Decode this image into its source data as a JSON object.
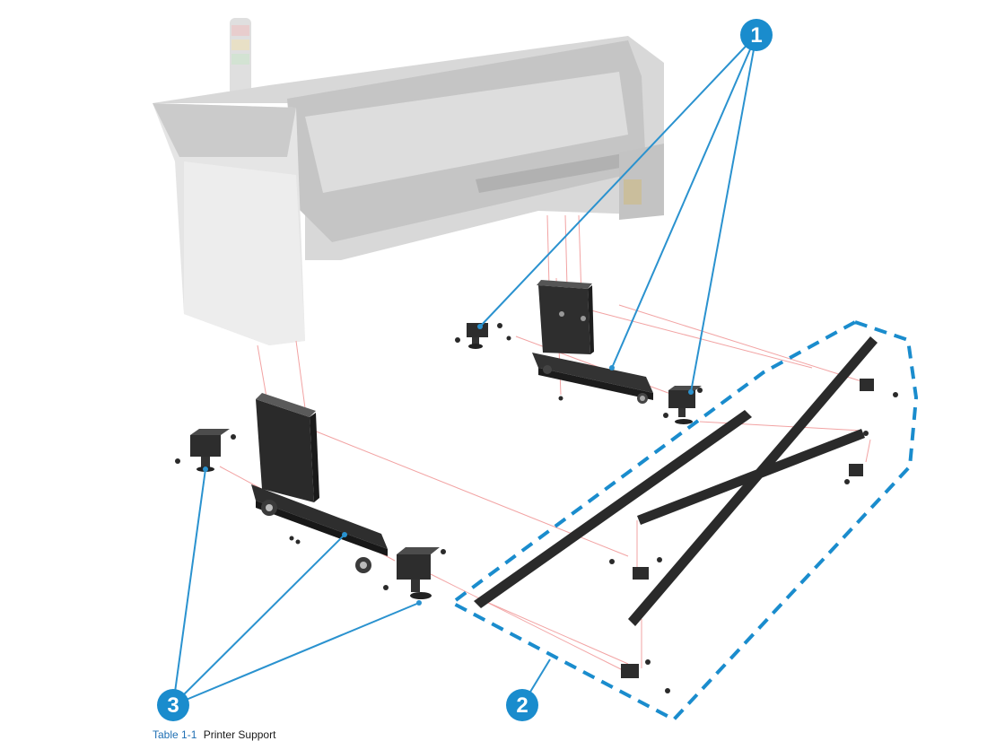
{
  "callouts": [
    {
      "id": "1",
      "label": "1"
    },
    {
      "id": "2",
      "label": "2"
    },
    {
      "id": "3",
      "label": "3"
    }
  ],
  "caption": {
    "prefix": "Table 1-1",
    "title": "Printer Support"
  },
  "colors": {
    "callout": "#1a8ccd",
    "leader": "#2a92cf",
    "guide_lines": "#f0a0a0",
    "parts": "#2b2b2b",
    "printer_ghost": "#cfcfcf"
  },
  "icons": [
    "printer-ghost",
    "right-leg",
    "left-leg",
    "crossbar",
    "feet",
    "screws"
  ]
}
